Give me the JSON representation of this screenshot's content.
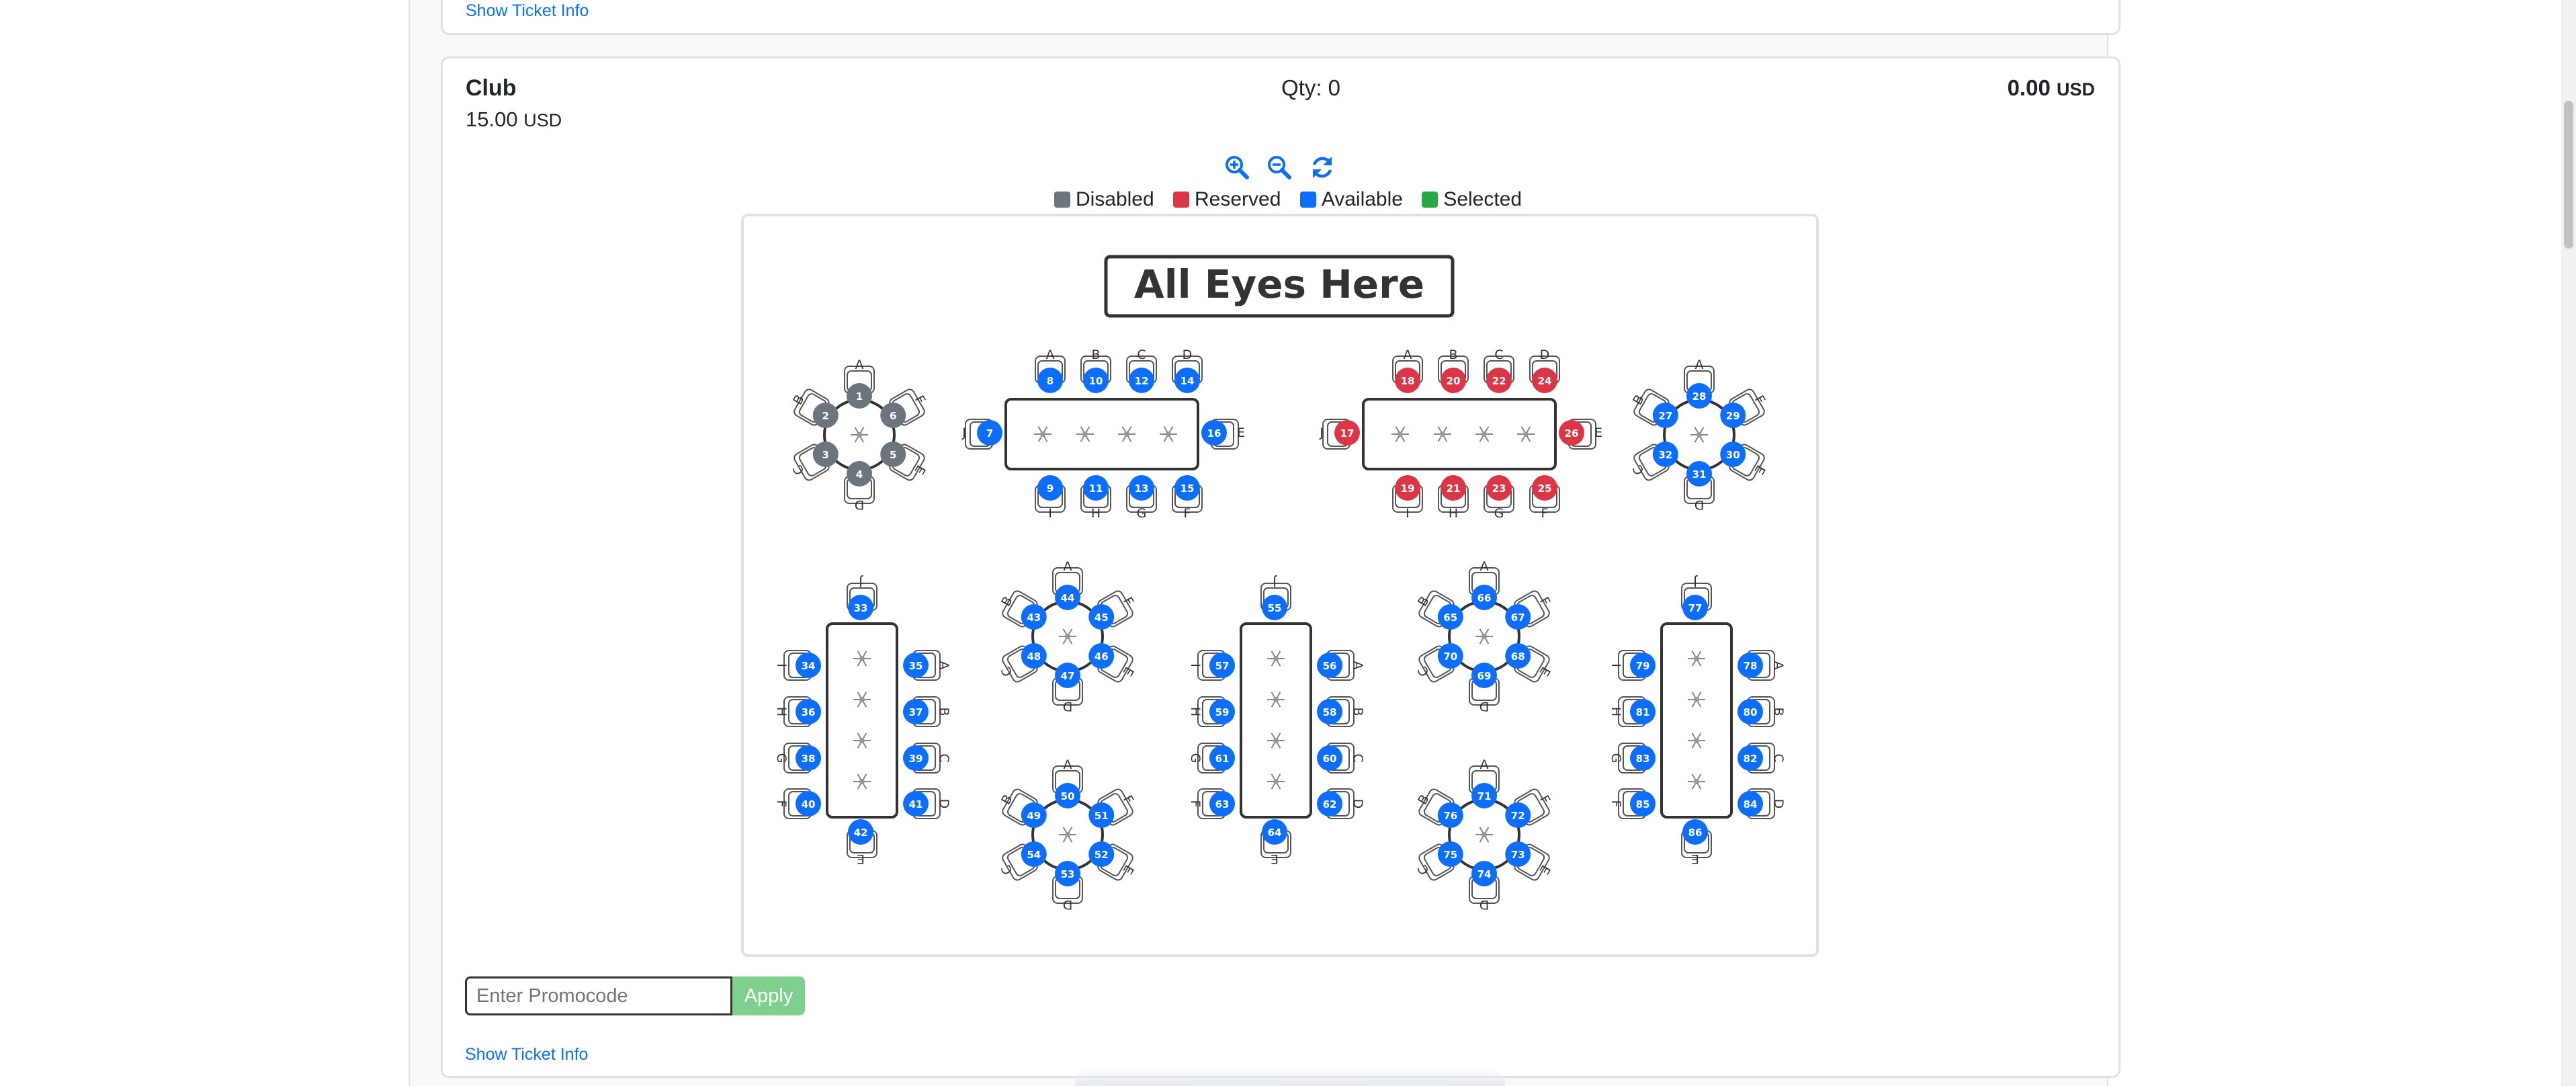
{
  "top_card": {
    "show_ticket_info": "Show Ticket Info"
  },
  "ticket": {
    "name": "Club",
    "price": "15.00",
    "currency": "USD",
    "qty_label": "Qty: 0",
    "total": "0.00",
    "total_currency": "USD"
  },
  "zoom_controls": [
    {
      "icon": "zoom-in-icon"
    },
    {
      "icon": "zoom-out-icon"
    },
    {
      "icon": "refresh-icon"
    }
  ],
  "legend": [
    {
      "label": "Disabled",
      "color": "#6c757d"
    },
    {
      "label": "Reserved",
      "color": "#dc3545"
    },
    {
      "label": "Available",
      "color": "#0d6efd"
    },
    {
      "label": "Selected",
      "color": "#28a745"
    }
  ],
  "seat_map": {
    "stage_label": "All Eyes Here",
    "colors": {
      "disabled": "#6c757d",
      "reserved": "#dc3545",
      "available": "#0d6efd",
      "selected": "#28a745"
    },
    "round_tables": [
      {
        "seats": [
          {
            "n": "1",
            "status": "disabled"
          },
          {
            "n": "2",
            "status": "disabled"
          },
          {
            "n": "3",
            "status": "disabled"
          },
          {
            "n": "4",
            "status": "disabled"
          },
          {
            "n": "5",
            "status": "disabled"
          },
          {
            "n": "6",
            "status": "disabled"
          }
        ]
      },
      {
        "seats": [
          {
            "n": "28",
            "status": "available"
          },
          {
            "n": "27",
            "status": "available"
          },
          {
            "n": "32",
            "status": "available"
          },
          {
            "n": "31",
            "status": "available"
          },
          {
            "n": "30",
            "status": "available"
          },
          {
            "n": "29",
            "status": "available"
          }
        ]
      },
      {
        "seats": [
          {
            "n": "44",
            "status": "available"
          },
          {
            "n": "43",
            "status": "available"
          },
          {
            "n": "48",
            "status": "available"
          },
          {
            "n": "47",
            "status": "available"
          },
          {
            "n": "46",
            "status": "available"
          },
          {
            "n": "45",
            "status": "available"
          }
        ]
      },
      {
        "seats": [
          {
            "n": "66",
            "status": "available"
          },
          {
            "n": "65",
            "status": "available"
          },
          {
            "n": "70",
            "status": "available"
          },
          {
            "n": "69",
            "status": "available"
          },
          {
            "n": "68",
            "status": "available"
          },
          {
            "n": "67",
            "status": "available"
          }
        ]
      },
      {
        "seats": [
          {
            "n": "50",
            "status": "available"
          },
          {
            "n": "49",
            "status": "available"
          },
          {
            "n": "54",
            "status": "available"
          },
          {
            "n": "53",
            "status": "available"
          },
          {
            "n": "52",
            "status": "available"
          },
          {
            "n": "51",
            "status": "available"
          }
        ]
      },
      {
        "seats": [
          {
            "n": "71",
            "status": "available"
          },
          {
            "n": "76",
            "status": "available"
          },
          {
            "n": "75",
            "status": "available"
          },
          {
            "n": "74",
            "status": "available"
          },
          {
            "n": "73",
            "status": "available"
          },
          {
            "n": "72",
            "status": "available"
          }
        ]
      }
    ],
    "round_letters": [
      "A",
      "B",
      "C",
      "D",
      "E",
      "F"
    ],
    "long_tables_h": [
      {
        "top": [
          {
            "n": "8",
            "status": "available"
          },
          {
            "n": "10",
            "status": "available"
          },
          {
            "n": "12",
            "status": "available"
          },
          {
            "n": "14",
            "status": "available"
          }
        ],
        "bottom": [
          {
            "n": "9",
            "status": "available"
          },
          {
            "n": "11",
            "status": "available"
          },
          {
            "n": "13",
            "status": "available"
          },
          {
            "n": "15",
            "status": "available"
          }
        ],
        "left": {
          "n": "7",
          "status": "available"
        },
        "right": {
          "n": "16",
          "status": "available"
        }
      },
      {
        "top": [
          {
            "n": "18",
            "status": "reserved"
          },
          {
            "n": "20",
            "status": "reserved"
          },
          {
            "n": "22",
            "status": "reserved"
          },
          {
            "n": "24",
            "status": "reserved"
          }
        ],
        "bottom": [
          {
            "n": "19",
            "status": "reserved"
          },
          {
            "n": "21",
            "status": "reserved"
          },
          {
            "n": "23",
            "status": "reserved"
          },
          {
            "n": "25",
            "status": "reserved"
          }
        ],
        "left": {
          "n": "17",
          "status": "reserved"
        },
        "right": {
          "n": "26",
          "status": "reserved"
        }
      }
    ],
    "h_letters": {
      "top": [
        "A",
        "B",
        "C",
        "D"
      ],
      "bottom": [
        "I",
        "H",
        "G",
        "F"
      ],
      "left": "J",
      "right": "E"
    },
    "long_tables_v": [
      {
        "top": {
          "n": "33",
          "status": "available"
        },
        "bottom": {
          "n": "42",
          "status": "available"
        },
        "left": [
          {
            "n": "34",
            "status": "available"
          },
          {
            "n": "36",
            "status": "available"
          },
          {
            "n": "38",
            "status": "available"
          },
          {
            "n": "40",
            "status": "available"
          }
        ],
        "right": [
          {
            "n": "35",
            "status": "available"
          },
          {
            "n": "37",
            "status": "available"
          },
          {
            "n": "39",
            "status": "available"
          },
          {
            "n": "41",
            "status": "available"
          }
        ]
      },
      {
        "top": {
          "n": "55",
          "status": "available"
        },
        "bottom": {
          "n": "64",
          "status": "available"
        },
        "left": [
          {
            "n": "57",
            "status": "available"
          },
          {
            "n": "59",
            "status": "available"
          },
          {
            "n": "61",
            "status": "available"
          },
          {
            "n": "63",
            "status": "available"
          }
        ],
        "right": [
          {
            "n": "56",
            "status": "available"
          },
          {
            "n": "58",
            "status": "available"
          },
          {
            "n": "60",
            "status": "available"
          },
          {
            "n": "62",
            "status": "available"
          }
        ]
      },
      {
        "top": {
          "n": "77",
          "status": "available"
        },
        "bottom": {
          "n": "86",
          "status": "available"
        },
        "left": [
          {
            "n": "79",
            "status": "available"
          },
          {
            "n": "81",
            "status": "available"
          },
          {
            "n": "83",
            "status": "available"
          },
          {
            "n": "85",
            "status": "available"
          }
        ],
        "right": [
          {
            "n": "78",
            "status": "available"
          },
          {
            "n": "80",
            "status": "available"
          },
          {
            "n": "82",
            "status": "available"
          },
          {
            "n": "84",
            "status": "available"
          }
        ]
      }
    ],
    "v_letters": {
      "top": "J",
      "bottom": "E",
      "left": [
        "I",
        "H",
        "G",
        "F"
      ],
      "right": [
        "A",
        "B",
        "C",
        "D"
      ]
    }
  },
  "promo": {
    "placeholder": "Enter Promocode",
    "apply_label": "Apply"
  },
  "bottom_card": {
    "show_ticket_info": "Show Ticket Info"
  }
}
